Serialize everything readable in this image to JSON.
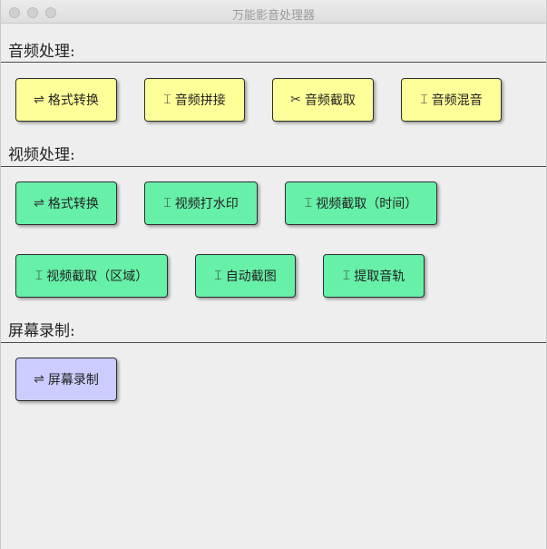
{
  "window": {
    "title": "万能影音处理器"
  },
  "colors": {
    "audio_button": "#ffff99",
    "video_button": "#66f0a8",
    "screen_button": "#ccccff"
  },
  "audio": {
    "heading": "音频处理:",
    "buttons": [
      {
        "icon": "⇌",
        "icon_name": "swap-arrows-icon",
        "label": "格式转换"
      },
      {
        "icon": "⌶",
        "icon_name": "merge-icon",
        "label": "音频拼接"
      },
      {
        "icon": "✂",
        "icon_name": "scissors-icon",
        "label": "音频截取"
      },
      {
        "icon": "⌶",
        "icon_name": "merge-icon",
        "label": "音频混音"
      }
    ]
  },
  "video": {
    "heading": "视频处理:",
    "buttons": [
      {
        "icon": "⇌",
        "icon_name": "swap-arrows-icon",
        "label": "格式转换"
      },
      {
        "icon": "⌶",
        "icon_name": "merge-icon",
        "label": "视频打水印"
      },
      {
        "icon": "⌶",
        "icon_name": "merge-icon",
        "label": "视频截取（时间）"
      },
      {
        "icon": "⌶",
        "icon_name": "merge-icon",
        "label": "视频截取（区域）"
      },
      {
        "icon": "⌶",
        "icon_name": "merge-icon",
        "label": "自动截图"
      },
      {
        "icon": "⌶",
        "icon_name": "merge-icon",
        "label": "提取音轨"
      }
    ]
  },
  "screen": {
    "heading": "屏幕录制:",
    "buttons": [
      {
        "icon": "⇌",
        "icon_name": "swap-arrows-icon",
        "label": "屏幕录制"
      }
    ]
  }
}
